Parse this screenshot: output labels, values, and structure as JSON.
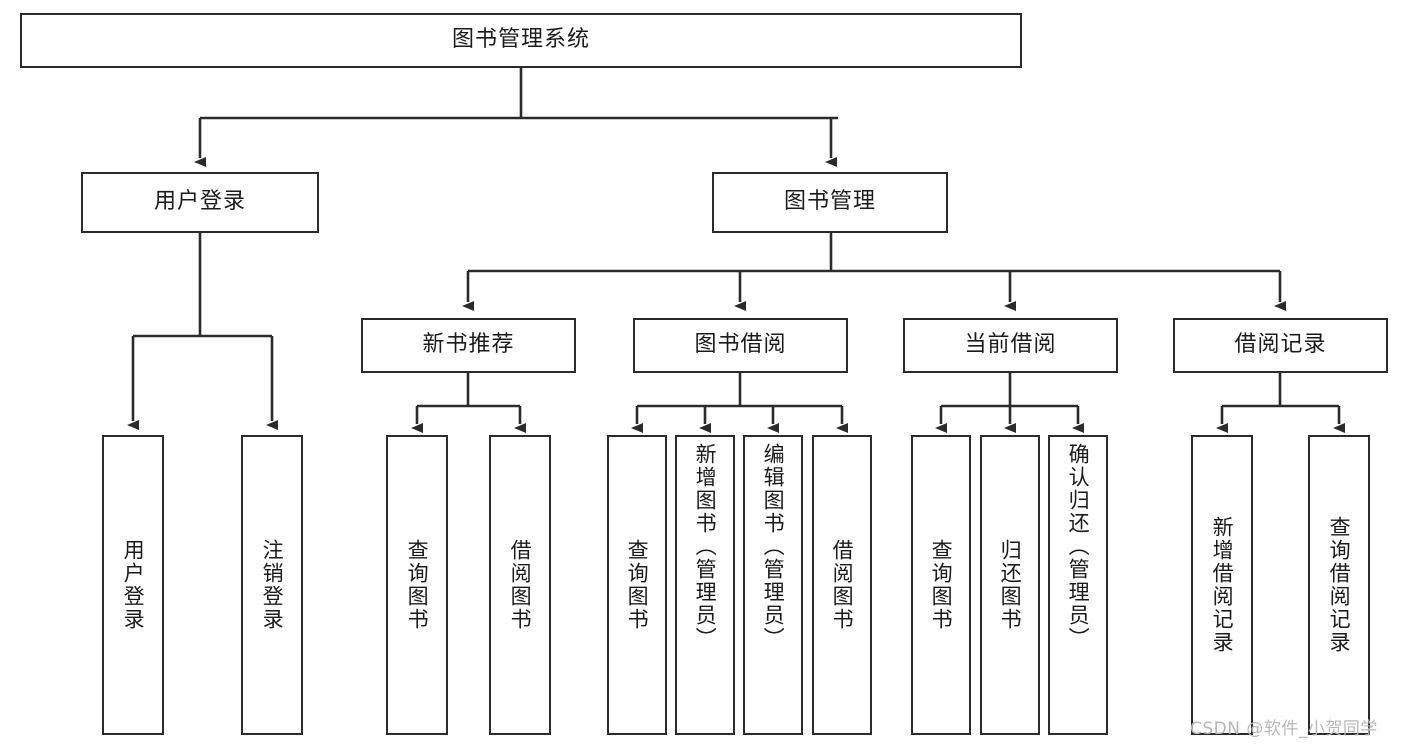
{
  "diagram": {
    "type": "tree-hierarchy",
    "title": "图书管理系统",
    "watermark": "CSDN @软件_小贺同学",
    "colors": {
      "stroke": "#2b2b2b",
      "fill": "#ffffff",
      "text": "#1b1b1b",
      "watermark": "#b8b8b8"
    },
    "nodes": {
      "root": {
        "label": "图书管理系统"
      },
      "level1": [
        {
          "label": "用户登录"
        },
        {
          "label": "图书管理"
        }
      ],
      "level2": [
        {
          "label": "新书推荐"
        },
        {
          "label": "图书借阅"
        },
        {
          "label": "当前借阅"
        },
        {
          "label": "借阅记录"
        }
      ],
      "leaves_user_login": [
        {
          "label": "用户登录"
        },
        {
          "label": "注销登录"
        }
      ],
      "leaves_new_book": [
        {
          "label": "查询图书"
        },
        {
          "label": "借阅图书"
        }
      ],
      "leaves_borrow": [
        {
          "label": "查询图书"
        },
        {
          "label": "新增图书（管理员）"
        },
        {
          "label": "编辑图书（管理员）"
        },
        {
          "label": "借阅图书"
        }
      ],
      "leaves_current": [
        {
          "label": "查询图书"
        },
        {
          "label": "归还图书"
        },
        {
          "label": "确认归还（管理员）"
        }
      ],
      "leaves_records": [
        {
          "label": "新增借阅记录"
        },
        {
          "label": "查询借阅记录"
        }
      ]
    }
  }
}
